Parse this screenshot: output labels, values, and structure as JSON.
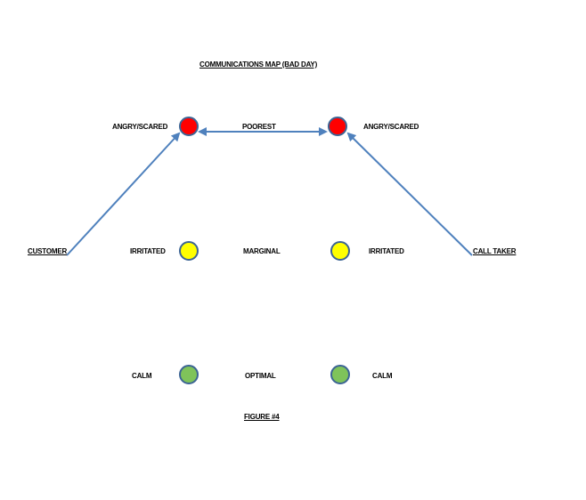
{
  "title": "COMMUNICATIONS MAP (BAD DAY)",
  "figure_caption": "FIGURE #4",
  "colors": {
    "red": "#ff0000",
    "yellow": "#ffff00",
    "green": "#7fc35a",
    "node_border": "#3c6494",
    "arrow": "#4f81bd"
  },
  "parties": {
    "left": "CUSTOMER",
    "right": "CALL TAKER"
  },
  "levels": [
    {
      "state": "ANGRY/SCARED",
      "quality": "POOREST",
      "color": "red"
    },
    {
      "state": "IRRITATED",
      "quality": "MARGINAL",
      "color": "yellow"
    },
    {
      "state": "CALM",
      "quality": "OPTIMAL",
      "color": "green"
    }
  ]
}
